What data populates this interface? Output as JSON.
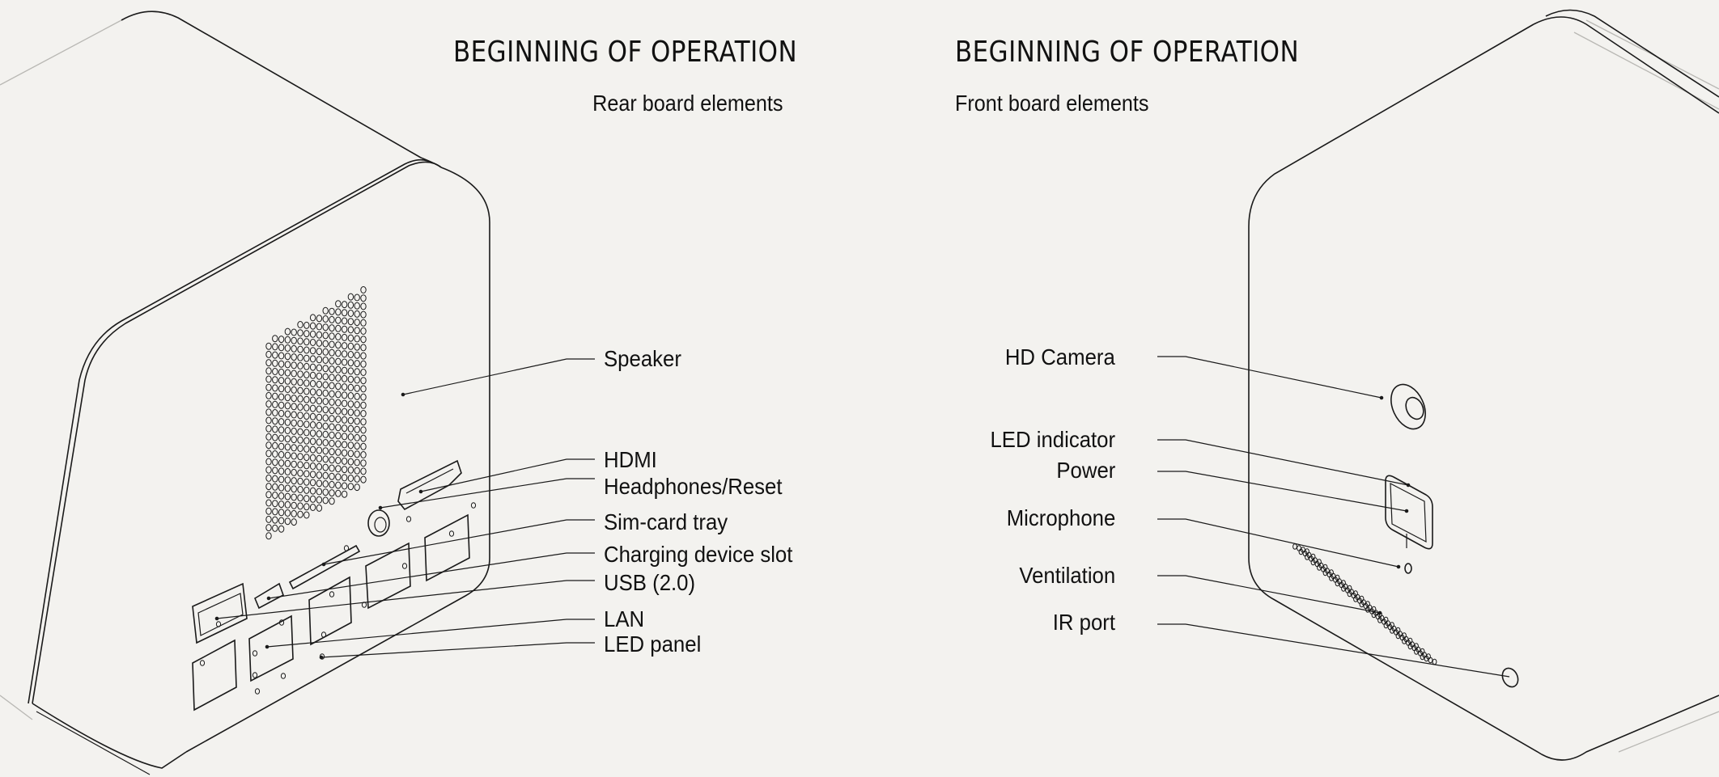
{
  "left_panel": {
    "title": "BEGINNING OF OPERATION",
    "subtitle": "Rear board elements",
    "labels": [
      "Speaker",
      "HDMI",
      "Headphones/Reset",
      "Sim-card tray",
      "Charging device slot",
      "USB (2.0)",
      "LAN",
      "LED panel"
    ]
  },
  "right_panel": {
    "title": "BEGINNING OF OPERATION",
    "subtitle": "Front board elements",
    "labels": [
      "HD Camera",
      "LED indicator",
      "Power",
      "Microphone",
      "Ventilation",
      "IR port"
    ]
  },
  "colors": {
    "background": "#f3f2ef",
    "line": "#1a1a1a"
  }
}
